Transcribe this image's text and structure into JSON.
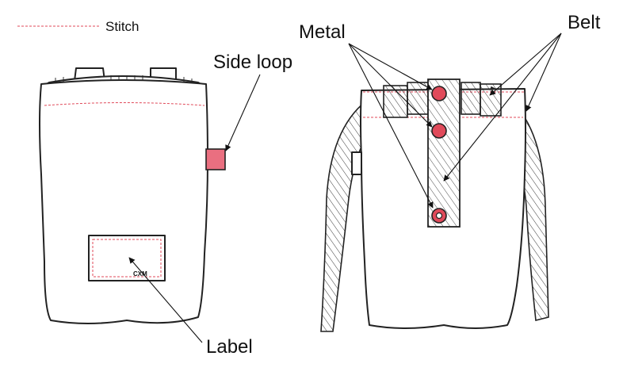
{
  "legend": {
    "stitch_label": "Stitch",
    "stitch_color": "#e04a5a"
  },
  "labels": {
    "side_loop": "Side loop",
    "label": "Label",
    "metal": "Metal",
    "belt": "Belt"
  },
  "patch_text": "CXM",
  "colors": {
    "accent": "#e04a5a",
    "loop_fill": "#ea6f80",
    "outline": "#222222"
  }
}
